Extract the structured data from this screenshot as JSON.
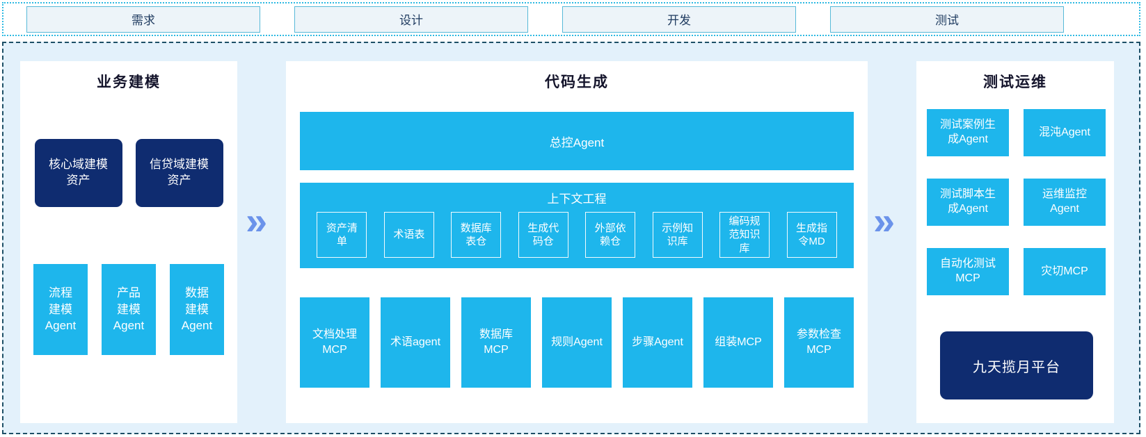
{
  "phases": {
    "items": [
      {
        "label": "需求"
      },
      {
        "label": "设计"
      },
      {
        "label": "开发"
      },
      {
        "label": "测试"
      }
    ]
  },
  "left_panel": {
    "title": "业务建模",
    "assets": [
      {
        "label": "核心域建模资产"
      },
      {
        "label": "信贷域建模资产"
      }
    ],
    "agents": [
      {
        "label": "流程建模Agent"
      },
      {
        "label": "产品建模Agent"
      },
      {
        "label": "数据建模Agent"
      }
    ]
  },
  "middle_panel": {
    "title": "代码生成",
    "master_agent_label": "总控Agent",
    "context": {
      "title": "上下文工程",
      "items": [
        {
          "label": "资产清单"
        },
        {
          "label": "术语表"
        },
        {
          "label": "数据库表仓"
        },
        {
          "label": "生成代码仓"
        },
        {
          "label": "外部依赖仓"
        },
        {
          "label": "示例知识库"
        },
        {
          "label": "编码规范知识库"
        },
        {
          "label": "生成指令MD"
        }
      ]
    },
    "workers": [
      {
        "label": "文档处理MCP"
      },
      {
        "label": "术语agent"
      },
      {
        "label": "数据库MCP"
      },
      {
        "label": "规则Agent"
      },
      {
        "label": "步骤Agent"
      },
      {
        "label": "组装MCP"
      },
      {
        "label": "参数检查MCP"
      }
    ]
  },
  "right_panel": {
    "title": "测试运维",
    "boxes": [
      {
        "label": "测试案例生成Agent"
      },
      {
        "label": "混沌Agent"
      },
      {
        "label": "测试脚本生成Agent"
      },
      {
        "label": "运维监控Agent"
      },
      {
        "label": "自动化测试MCP"
      },
      {
        "label": "灾切MCP"
      }
    ],
    "platform_label": "九天揽月平台"
  },
  "icons": {
    "flow_arrow": "»"
  },
  "colors": {
    "cyan_box": "#1eb6ec",
    "navy_box": "#0f2c70",
    "container_bg": "#e3f1fb",
    "panel_bg": "#ffffff",
    "phase_fill": "#edf4f9",
    "phase_border": "#57b9d8",
    "dotted_border": "#2cb9e2",
    "dashed_border": "#1d4f66",
    "arrow": "#6b93ea"
  }
}
